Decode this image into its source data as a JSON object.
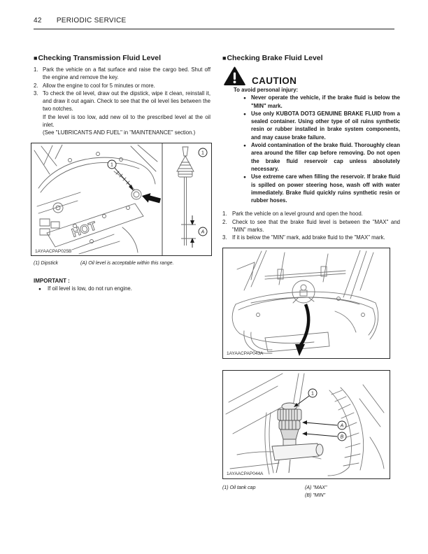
{
  "page_header": {
    "page_number": "42",
    "title": "PERIODIC SERVICE"
  },
  "left_column": {
    "section_marker": "■",
    "section_title": "Checking Transmission Fluid Level",
    "steps": [
      {
        "num": "1.",
        "text": "Park the vehicle on a flat surface and raise the cargo bed. Shut off the engine and remove the key."
      },
      {
        "num": "2.",
        "text": "Allow the engine to cool for 5 minutes or more."
      },
      {
        "num": "3.",
        "text": "To check the oil level, draw out the dipstick, wipe it clean, reinstall it, and draw it out again. Check to see that the oil level lies between the two notches."
      }
    ],
    "step3_continuation": [
      "If the level is too low, add new oil to the prescribed level at the oil inlet.",
      "(See \"LUBRICANTS AND FUEL\" in \"MAINTENANCE\" section.)"
    ],
    "figure": {
      "code": "1AYAACPAP025B",
      "hot_label": "HOT",
      "callout_1": "1",
      "callout_A": "A"
    },
    "caption": {
      "item_1": "(1) Dipstick",
      "item_A": "(A) Oil level is acceptable within this range."
    },
    "important": {
      "label": "IMPORTANT :",
      "bullet": "●",
      "items": [
        "If oil level is low, do not run engine."
      ]
    }
  },
  "right_column": {
    "section_marker": "■",
    "section_title": "Checking Brake Fluid Level",
    "caution": {
      "title": "CAUTION",
      "intro": "To avoid personal injury:",
      "bullet": "●",
      "bullets": [
        "Never operate the vehicle, if the brake fluid is below the \"MIN\" mark.",
        "Use only KUBOTA DOT3 GENUINE BRAKE FLUID from a sealed container. Using other type of oil ruins synthetic resin or rubber installed in brake system components, and may cause brake failure.",
        "Avoid contamination of the brake fluid. Thoroughly clean area around the filler cap before removing. Do not open the brake fluid reservoir cap unless absolutely necessary.",
        "Use extreme care when filling the reservoir. If brake fluid is spilled on power steering hose, wash off with water immediately. Brake fluid quickly ruins synthetic resin or rubber hoses."
      ]
    },
    "steps": [
      {
        "num": "1.",
        "text": "Park the vehicle on a level ground and open the hood."
      },
      {
        "num": "2.",
        "text": "Check to see that the brake fluid level is between the \"MAX\" and \"MIN\" marks."
      },
      {
        "num": "3.",
        "text": "If it is below the \"MIN\" mark, add brake fluid to the \"MAX\" mark."
      }
    ],
    "figure_hood": {
      "code": "1AYAACPAP043A"
    },
    "figure_reservoir": {
      "code": "1AYAACPAP044A",
      "callout_1": "1",
      "callout_A": "A",
      "callout_B": "B"
    },
    "caption": {
      "item_1": "(1) Oil tank cap",
      "item_A": "(A) \"MAX\"",
      "item_B": "(B) \"MIN\""
    }
  },
  "colors": {
    "ink": "#1a1a1a",
    "sketch_line": "#6b6b6b",
    "figure_border": "#2a2a2a"
  }
}
